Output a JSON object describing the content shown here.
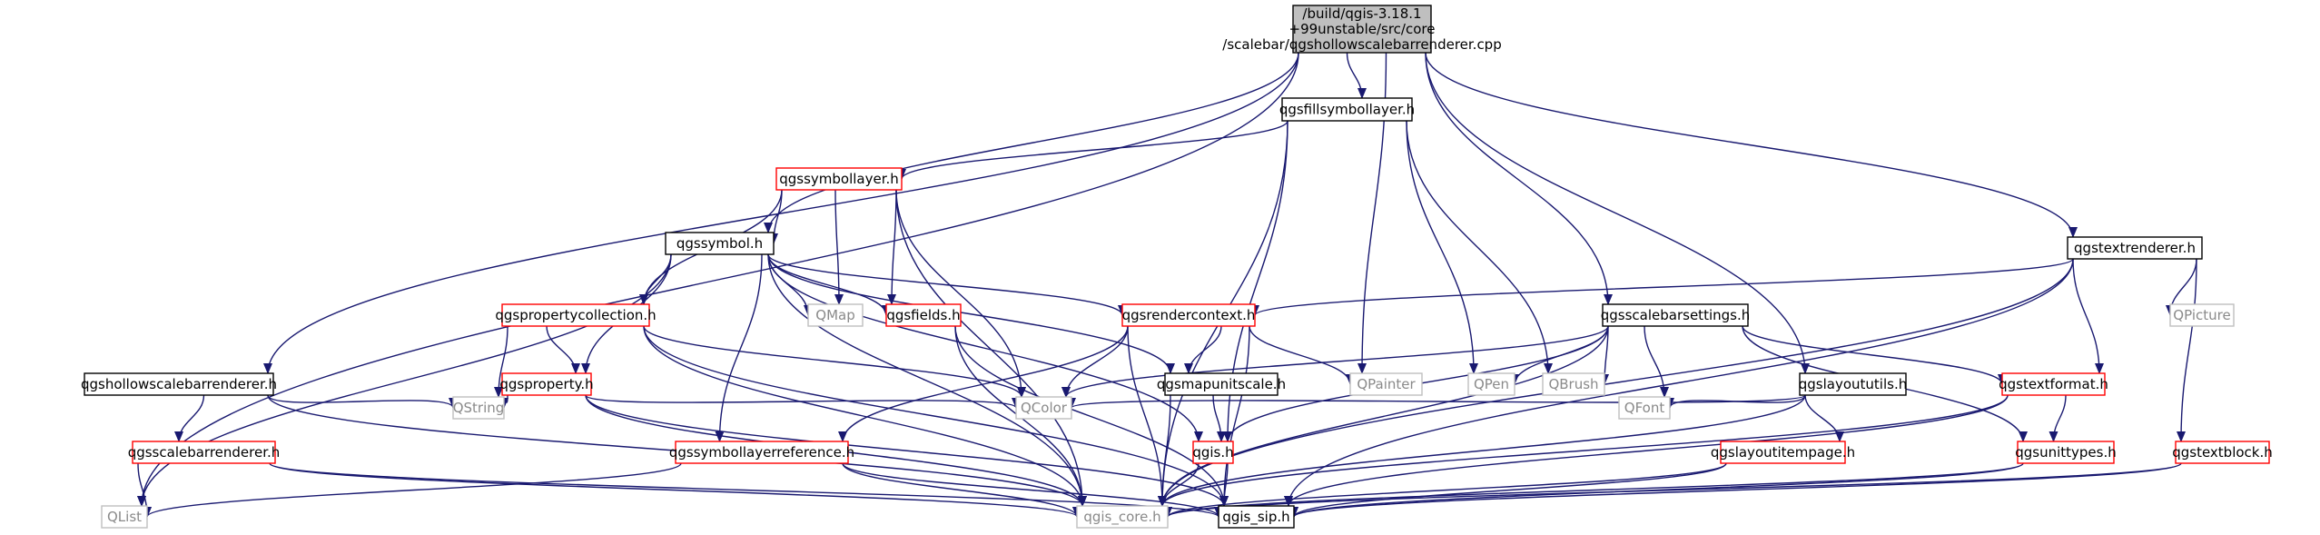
{
  "colors": {
    "edge": "#191970",
    "border_black": "#000000",
    "border_red": "#ff0000",
    "border_gray": "#bfbfbf",
    "root_fill": "#bfbfbf",
    "fill": "#ffffff",
    "text": "#000000",
    "text_gray": "#8a8a8a"
  },
  "nodes": [
    {
      "id": "root",
      "lines": [
        "/build/qgis-3.18.1",
        "+99unstable/src/core",
        "/scalebar/qgshollowscalebarrenderer.cpp"
      ],
      "style": "root"
    },
    {
      "id": "fillsym",
      "lines": [
        "qgsfillsymbollayer.h"
      ],
      "style": "black"
    },
    {
      "id": "symlayer",
      "lines": [
        "qgssymbollayer.h"
      ],
      "style": "red"
    },
    {
      "id": "symbol",
      "lines": [
        "qgssymbol.h"
      ],
      "style": "black"
    },
    {
      "id": "textrenderer",
      "lines": [
        "qgstextrenderer.h"
      ],
      "style": "black"
    },
    {
      "id": "propcoll",
      "lines": [
        "qgspropertycollection.h"
      ],
      "style": "red"
    },
    {
      "id": "qmap",
      "lines": [
        "QMap"
      ],
      "style": "gray"
    },
    {
      "id": "fields",
      "lines": [
        "qgsfields.h"
      ],
      "style": "red"
    },
    {
      "id": "rendercontext",
      "lines": [
        "qgsrendercontext.h"
      ],
      "style": "red"
    },
    {
      "id": "sbsettings",
      "lines": [
        "qgsscalebarsettings.h"
      ],
      "style": "black"
    },
    {
      "id": "qpicture",
      "lines": [
        "QPicture"
      ],
      "style": "gray"
    },
    {
      "id": "hollow",
      "lines": [
        "qgshollowscalebarrenderer.h"
      ],
      "style": "black"
    },
    {
      "id": "property",
      "lines": [
        "qgsproperty.h"
      ],
      "style": "red"
    },
    {
      "id": "mapunitscale",
      "lines": [
        "qgsmapunitscale.h"
      ],
      "style": "black"
    },
    {
      "id": "qpainter",
      "lines": [
        "QPainter"
      ],
      "style": "gray"
    },
    {
      "id": "qpen",
      "lines": [
        "QPen"
      ],
      "style": "gray"
    },
    {
      "id": "qbrush",
      "lines": [
        "QBrush"
      ],
      "style": "gray"
    },
    {
      "id": "layoututils",
      "lines": [
        "qgslayoututils.h"
      ],
      "style": "black"
    },
    {
      "id": "textformat",
      "lines": [
        "qgstextformat.h"
      ],
      "style": "red"
    },
    {
      "id": "qstring",
      "lines": [
        "QString"
      ],
      "style": "gray"
    },
    {
      "id": "qcolor",
      "lines": [
        "QColor"
      ],
      "style": "gray"
    },
    {
      "id": "qfont",
      "lines": [
        "QFont"
      ],
      "style": "gray"
    },
    {
      "id": "sbrenderer",
      "lines": [
        "qgsscalebarrenderer.h"
      ],
      "style": "red"
    },
    {
      "id": "symlayerref",
      "lines": [
        "qgssymbollayerreference.h"
      ],
      "style": "red"
    },
    {
      "id": "qgis",
      "lines": [
        "qgis.h"
      ],
      "style": "red"
    },
    {
      "id": "layoutitempage",
      "lines": [
        "qgslayoutitempage.h"
      ],
      "style": "red"
    },
    {
      "id": "unittypes",
      "lines": [
        "qgsunittypes.h"
      ],
      "style": "red"
    },
    {
      "id": "textblock",
      "lines": [
        "qgstextblock.h"
      ],
      "style": "red"
    },
    {
      "id": "qlist",
      "lines": [
        "QList"
      ],
      "style": "gray"
    },
    {
      "id": "core",
      "lines": [
        "qgis_core.h"
      ],
      "style": "gray"
    },
    {
      "id": "sip",
      "lines": [
        "qgis_sip.h"
      ],
      "style": "black"
    }
  ],
  "edges": [
    [
      "root",
      "fillsym"
    ],
    [
      "root",
      "symbol"
    ],
    [
      "root",
      "textrenderer"
    ],
    [
      "root",
      "sbsettings"
    ],
    [
      "root",
      "hollow"
    ],
    [
      "root",
      "qpainter"
    ],
    [
      "root",
      "layoututils"
    ],
    [
      "root",
      "qlist"
    ],
    [
      "fillsym",
      "symlayer"
    ],
    [
      "fillsym",
      "qpen"
    ],
    [
      "fillsym",
      "qbrush"
    ],
    [
      "fillsym",
      "qgis"
    ],
    [
      "fillsym",
      "core"
    ],
    [
      "symlayer",
      "symbol"
    ],
    [
      "symlayer",
      "propcoll"
    ],
    [
      "symlayer",
      "qmap"
    ],
    [
      "symlayer",
      "fields"
    ],
    [
      "symlayer",
      "qcolor"
    ],
    [
      "symlayer",
      "core"
    ],
    [
      "symbol",
      "propcoll"
    ],
    [
      "symbol",
      "qmap"
    ],
    [
      "symbol",
      "fields"
    ],
    [
      "symbol",
      "rendercontext"
    ],
    [
      "symbol",
      "property"
    ],
    [
      "symbol",
      "mapunitscale"
    ],
    [
      "symbol",
      "symlayerref"
    ],
    [
      "symbol",
      "qgis"
    ],
    [
      "symbol",
      "qlist"
    ],
    [
      "symbol",
      "core"
    ],
    [
      "textrenderer",
      "rendercontext"
    ],
    [
      "textrenderer",
      "qpicture"
    ],
    [
      "textrenderer",
      "textformat"
    ],
    [
      "textrenderer",
      "textblock"
    ],
    [
      "textrenderer",
      "core"
    ],
    [
      "textrenderer",
      "sip"
    ],
    [
      "propcoll",
      "property"
    ],
    [
      "propcoll",
      "qstring"
    ],
    [
      "propcoll",
      "qcolor"
    ],
    [
      "propcoll",
      "core"
    ],
    [
      "propcoll",
      "sip"
    ],
    [
      "fields",
      "core"
    ],
    [
      "fields",
      "sip"
    ],
    [
      "rendercontext",
      "qcolor"
    ],
    [
      "rendercontext",
      "qpainter"
    ],
    [
      "rendercontext",
      "mapunitscale"
    ],
    [
      "rendercontext",
      "symlayerref"
    ],
    [
      "rendercontext",
      "core"
    ],
    [
      "rendercontext",
      "sip"
    ],
    [
      "sbsettings",
      "qpen"
    ],
    [
      "sbsettings",
      "qbrush"
    ],
    [
      "sbsettings",
      "textformat"
    ],
    [
      "sbsettings",
      "unittypes"
    ],
    [
      "sbsettings",
      "qcolor"
    ],
    [
      "sbsettings",
      "qfont"
    ],
    [
      "sbsettings",
      "qgis"
    ],
    [
      "sbsettings",
      "core"
    ],
    [
      "hollow",
      "sbrenderer"
    ],
    [
      "hollow",
      "qstring"
    ],
    [
      "hollow",
      "core"
    ],
    [
      "property",
      "qstring"
    ],
    [
      "property",
      "qcolor"
    ],
    [
      "property",
      "core"
    ],
    [
      "property",
      "sip"
    ],
    [
      "mapunitscale",
      "qgis"
    ],
    [
      "mapunitscale",
      "core"
    ],
    [
      "layoututils",
      "qcolor"
    ],
    [
      "layoututils",
      "qfont"
    ],
    [
      "layoututils",
      "layoutitempage"
    ],
    [
      "layoututils",
      "core"
    ],
    [
      "textformat",
      "unittypes"
    ],
    [
      "textformat",
      "core"
    ],
    [
      "textformat",
      "sip"
    ],
    [
      "sbrenderer",
      "qlist"
    ],
    [
      "sbrenderer",
      "core"
    ],
    [
      "sbrenderer",
      "sip"
    ],
    [
      "symlayerref",
      "qlist"
    ],
    [
      "symlayerref",
      "core"
    ],
    [
      "symlayerref",
      "sip"
    ],
    [
      "qgis",
      "core"
    ],
    [
      "qgis",
      "sip"
    ],
    [
      "layoutitempage",
      "core"
    ],
    [
      "layoutitempage",
      "sip"
    ],
    [
      "unittypes",
      "core"
    ],
    [
      "unittypes",
      "sip"
    ],
    [
      "textblock",
      "core"
    ],
    [
      "textblock",
      "sip"
    ]
  ]
}
